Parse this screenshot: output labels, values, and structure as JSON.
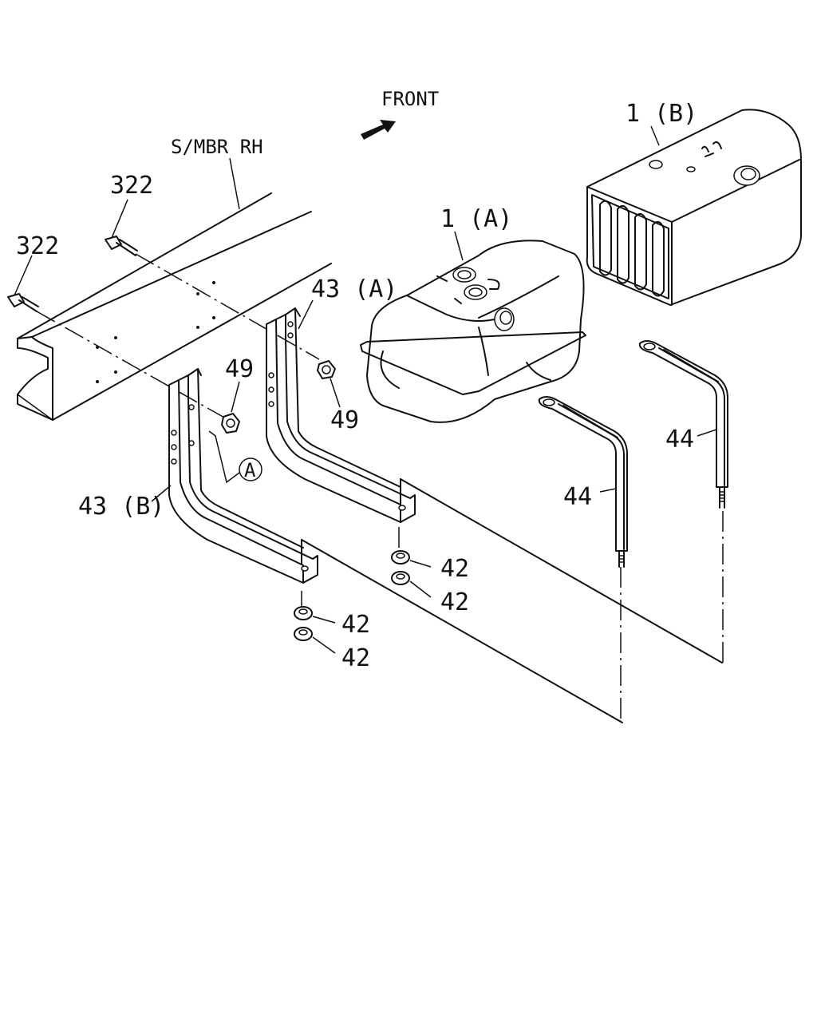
{
  "diagram": {
    "labels": {
      "front": "FRONT",
      "side_member": "S/MBR RH",
      "bolt_upper": "322",
      "bolt_lower": "322",
      "tank_a": "1 (A)",
      "tank_b": "1 (B)",
      "bracket_a": "43 (A)",
      "bracket_b": "43 (B)",
      "nut_49_left": "49",
      "nut_49_right": "49",
      "callout_a": "A",
      "strap_left": "44",
      "strap_right": "44",
      "nut_42_1": "42",
      "nut_42_2": "42",
      "nut_42_3": "42",
      "nut_42_4": "42"
    }
  }
}
